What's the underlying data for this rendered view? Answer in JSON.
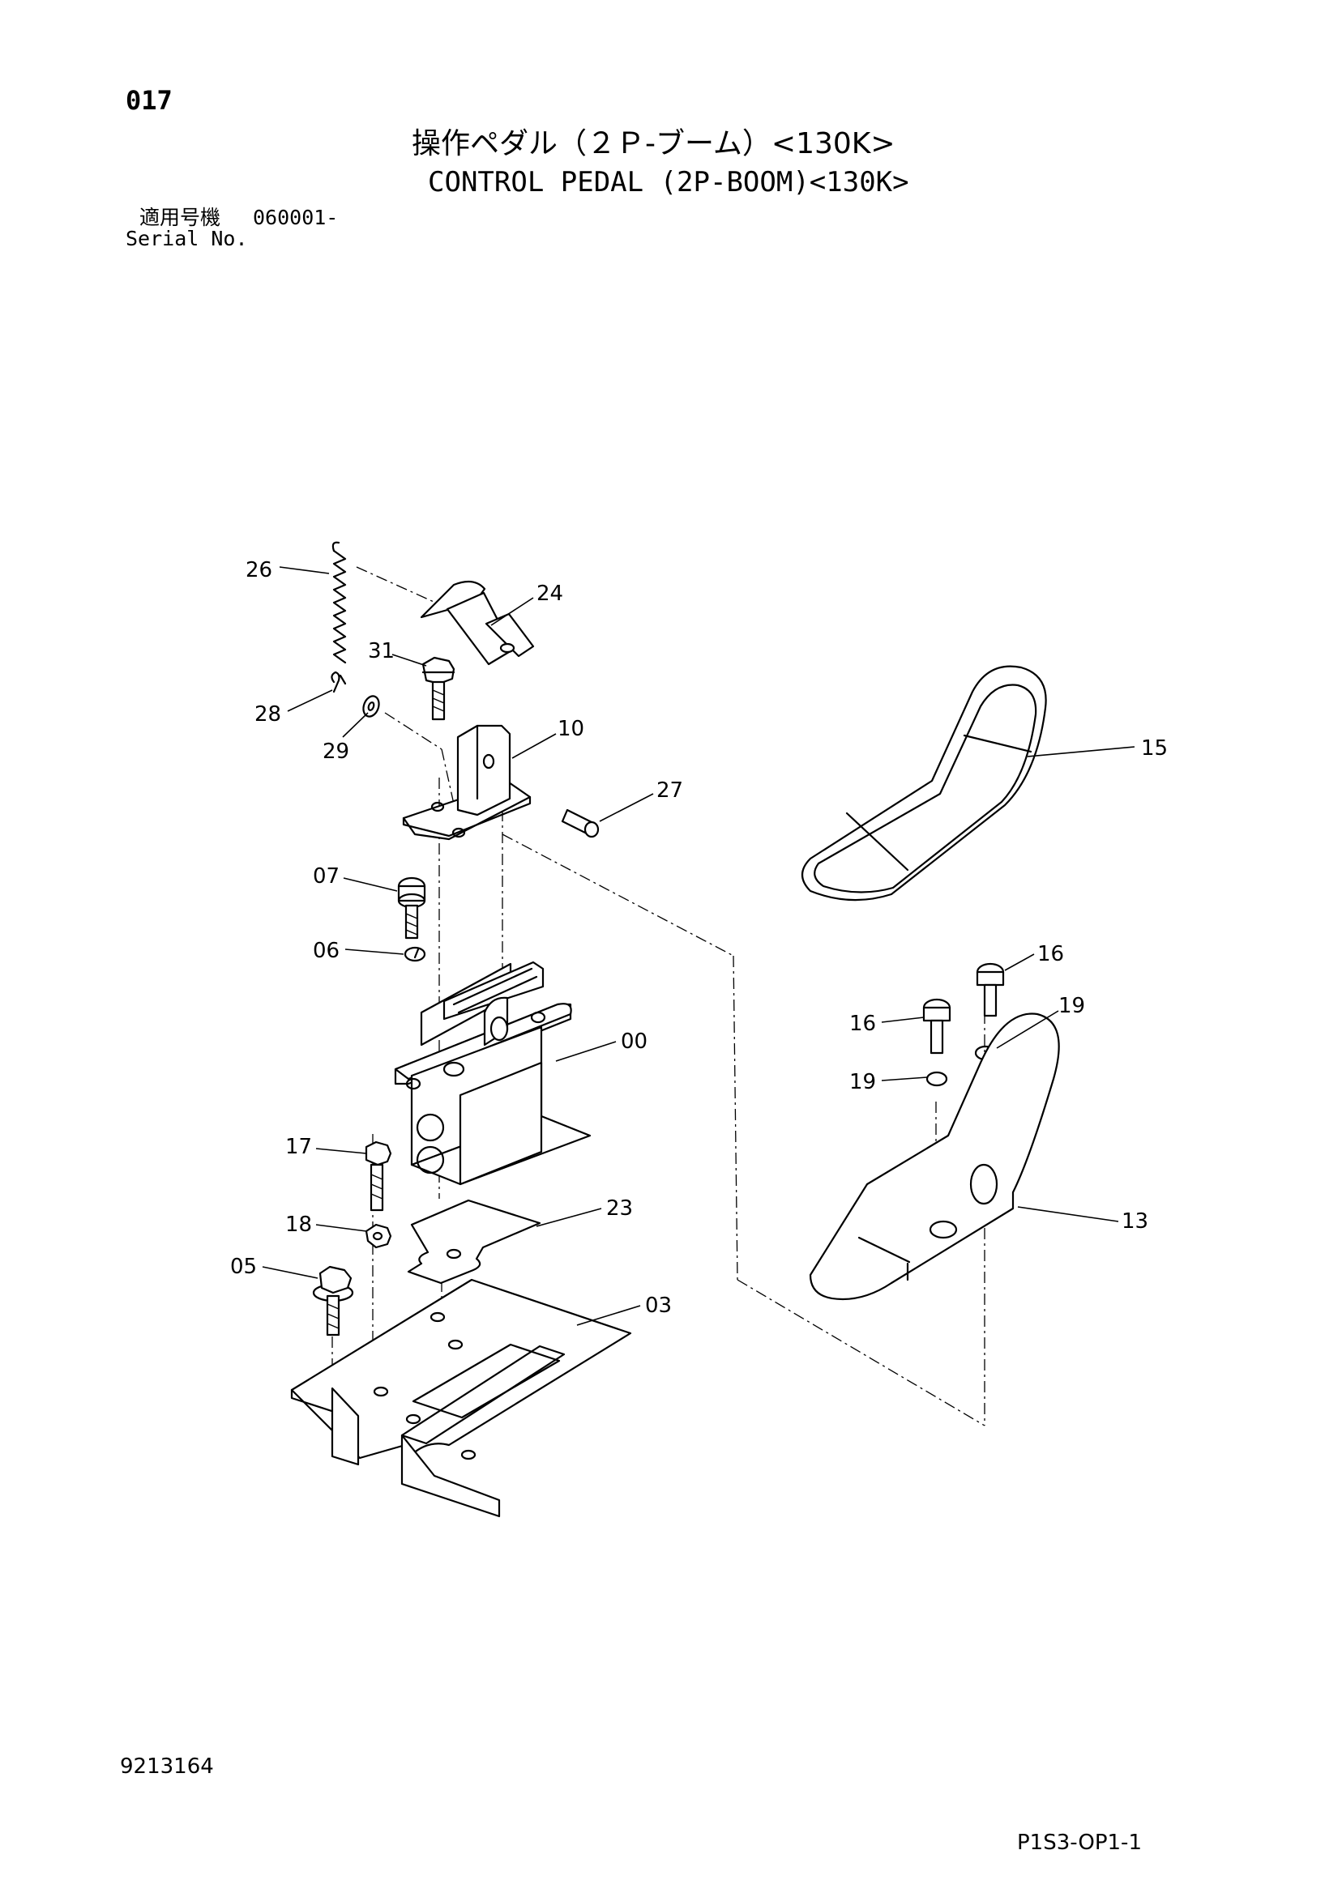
{
  "page_number": "017",
  "title_jp": "操作ペダル（２Ｐ-ブーム）<130K>",
  "title_en": "CONTROL PEDAL (2P-BOOM)<130K>",
  "serial": {
    "label_jp": "適用号機",
    "value": "060001-",
    "label_en": "Serial No."
  },
  "drawing_number": "9213164",
  "page_code": "P1S3-OP1-1",
  "callouts": {
    "c26": "26",
    "c24": "24",
    "c31": "31",
    "c28": "28",
    "c29": "29",
    "c10": "10",
    "c27": "27",
    "c15": "15",
    "c07": "07",
    "c06": "06",
    "c16a": "16",
    "c16b": "16",
    "c19a": "19",
    "c19b": "19",
    "c00": "00",
    "c17": "17",
    "c23": "23",
    "c18": "18",
    "c05": "05",
    "c03": "03",
    "c13": "13"
  }
}
